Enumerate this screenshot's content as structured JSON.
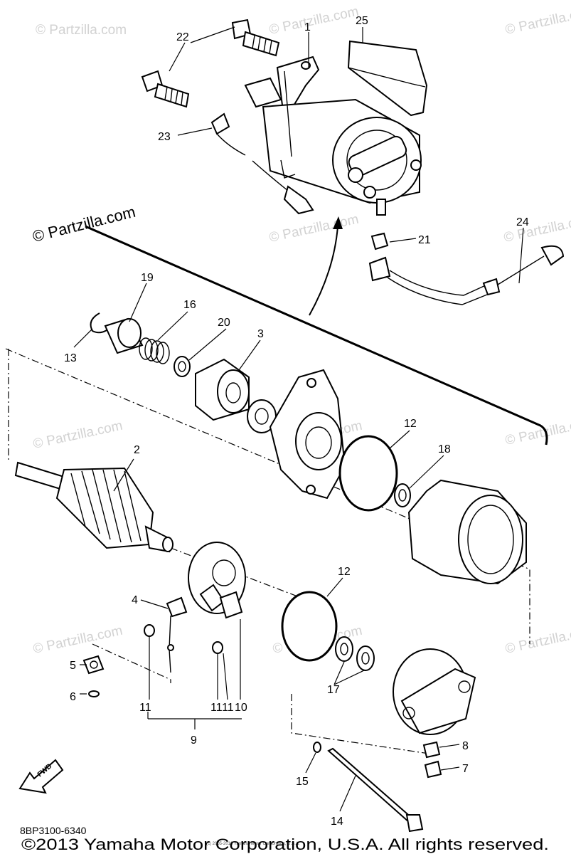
{
  "watermarks": {
    "main": "© Partzilla.com",
    "repeat": "© Partzilla.com"
  },
  "diagram_code": "8BP3100-6340",
  "copyright": "©2013 Yamaha Motor Corporation, U.S.A. All rights reserved.",
  "small_copyright": "(c) 2005-2016 Yamaha Motor Corporation, U.S.A.",
  "fwd_label": "FWD",
  "callouts": [
    "1",
    "2",
    "3",
    "4",
    "5",
    "6",
    "7",
    "8",
    "9",
    "10",
    "11",
    "11",
    "11",
    "12",
    "12",
    "13",
    "14",
    "15",
    "16",
    "17",
    "18",
    "19",
    "20",
    "21",
    "22",
    "23",
    "24",
    "25"
  ]
}
